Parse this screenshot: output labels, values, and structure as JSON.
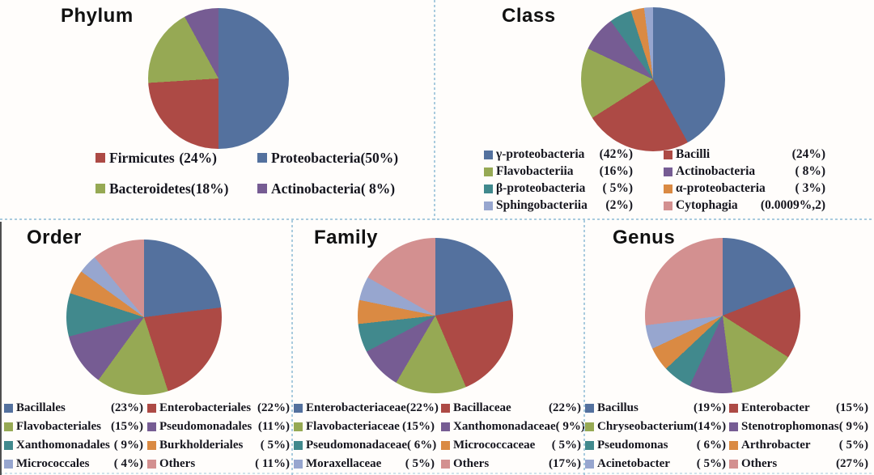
{
  "palette": {
    "blue": "#54719E",
    "red": "#AD4A45",
    "green": "#96A954",
    "purple": "#765C93",
    "teal": "#41898D",
    "orange": "#DA8A43",
    "lightblue": "#97A6CF",
    "pink": "#D39090"
  },
  "divider_color": "#A9CBDE",
  "chart_data": [
    {
      "type": "pie",
      "title": "Phylum",
      "labels": [
        "Proteobacteria",
        "Firmicutes",
        "Bacteroidetes",
        "Actinobacteria"
      ],
      "values": [
        50,
        24,
        18,
        8
      ],
      "colors": [
        "blue",
        "red",
        "green",
        "purple"
      ],
      "start_angle_deg": 0,
      "direction": "clockwise",
      "legend_position": "bottom",
      "legend": [
        {
          "label": "Firmicutes",
          "pct": "(24%)",
          "color": "red"
        },
        {
          "label": "Proteobacteria",
          "pct": "(50%)",
          "color": "blue"
        },
        {
          "label": "Bacteroidetes",
          "pct": "(18%)",
          "color": "green"
        },
        {
          "label": "Actinobacteria",
          "pct": "( 8%)",
          "color": "purple"
        }
      ]
    },
    {
      "type": "pie",
      "title": "Class",
      "labels": [
        "γ-proteobacteria",
        "Bacilli",
        "Flavobacteriia",
        "Actinobacteria",
        "β-proteobacteria",
        "α-proteobacteria",
        "Sphingobacteriia",
        "Cytophagia"
      ],
      "values": [
        42,
        24,
        16,
        8,
        5,
        3,
        2,
        0.0009
      ],
      "colors": [
        "blue",
        "red",
        "green",
        "purple",
        "teal",
        "orange",
        "lightblue",
        "pink"
      ],
      "start_angle_deg": 0,
      "direction": "clockwise",
      "legend_position": "bottom",
      "legend": [
        {
          "label": "γ-proteobacteria",
          "pct": "(42%)",
          "color": "blue"
        },
        {
          "label": "Bacilli",
          "pct": "(24%)",
          "color": "red"
        },
        {
          "label": "Flavobacteriia",
          "pct": "(16%)",
          "color": "green"
        },
        {
          "label": "Actinobacteria",
          "pct": "( 8%)",
          "color": "purple"
        },
        {
          "label": "β-proteobacteria",
          "pct": "( 5%)",
          "color": "teal"
        },
        {
          "label": "α-proteobacteria",
          "pct": "( 3%)",
          "color": "orange"
        },
        {
          "label": "Sphingobacteriia",
          "pct": "(2%)",
          "color": "lightblue"
        },
        {
          "label": "Cytophagia",
          "pct": "(0.0009%,2)",
          "color": "pink"
        }
      ]
    },
    {
      "type": "pie",
      "title": "Order",
      "labels": [
        "Bacillales",
        "Enterobacteriales",
        "Flavobacteriales",
        "Pseudomonadales",
        "Xanthomonadales",
        "Burkholderiales",
        "Micrococcales",
        "Others"
      ],
      "values": [
        23,
        22,
        15,
        11,
        9,
        5,
        4,
        11
      ],
      "colors": [
        "blue",
        "red",
        "green",
        "purple",
        "teal",
        "orange",
        "lightblue",
        "pink"
      ],
      "start_angle_deg": 0,
      "direction": "clockwise",
      "legend_position": "bottom",
      "legend": [
        {
          "label": "Bacillales",
          "pct": "(23%)",
          "color": "blue"
        },
        {
          "label": "Enterobacteriales",
          "pct": "(22%)",
          "color": "red"
        },
        {
          "label": "Flavobacteriales",
          "pct": "(15%)",
          "color": "green"
        },
        {
          "label": "Pseudomonadales",
          "pct": "(11%)",
          "color": "purple"
        },
        {
          "label": "Xanthomonadales",
          "pct": "( 9%)",
          "color": "teal"
        },
        {
          "label": "Burkholderiales",
          "pct": "( 5%)",
          "color": "orange"
        },
        {
          "label": "Micrococcales",
          "pct": "( 4%)",
          "color": "lightblue"
        },
        {
          "label": "Others",
          "pct": "( 11%)",
          "color": "pink"
        }
      ]
    },
    {
      "type": "pie",
      "title": "Family",
      "labels": [
        "Enterobacteriaceae",
        "Bacillaceae",
        "Flavobacteriaceae",
        "Xanthomonadaceae",
        "Pseudomonadaceae",
        "Micrococcaceae",
        "Moraxellaceae",
        "Others"
      ],
      "values": [
        22,
        22,
        15,
        9,
        6,
        5,
        5,
        17
      ],
      "colors": [
        "blue",
        "red",
        "green",
        "purple",
        "teal",
        "orange",
        "lightblue",
        "pink"
      ],
      "start_angle_deg": 0,
      "direction": "clockwise",
      "legend_position": "bottom",
      "legend": [
        {
          "label": "Enterobacteriaceae",
          "pct": "(22%)",
          "color": "blue"
        },
        {
          "label": "Bacillaceae",
          "pct": "(22%)",
          "color": "red"
        },
        {
          "label": "Flavobacteriaceae",
          "pct": "(15%)",
          "color": "green"
        },
        {
          "label": "Xanthomonadaceae",
          "pct": "( 9%)",
          "color": "purple"
        },
        {
          "label": "Pseudomonadaceae",
          "pct": "( 6%)",
          "color": "teal"
        },
        {
          "label": "Micrococcaceae",
          "pct": "( 5%)",
          "color": "orange"
        },
        {
          "label": "Moraxellaceae",
          "pct": "( 5%)",
          "color": "lightblue"
        },
        {
          "label": "Others",
          "pct": "(17%)",
          "color": "pink"
        }
      ]
    },
    {
      "type": "pie",
      "title": "Genus",
      "labels": [
        "Bacillus",
        "Enterobacter",
        "Chryseobacterium",
        "Stenotrophomonas",
        "Pseudomonas",
        "Arthrobacter",
        "Acinetobacter",
        "Others"
      ],
      "values": [
        19,
        15,
        14,
        9,
        6,
        5,
        5,
        27
      ],
      "colors": [
        "blue",
        "red",
        "green",
        "purple",
        "teal",
        "orange",
        "lightblue",
        "pink"
      ],
      "start_angle_deg": 0,
      "direction": "clockwise",
      "legend_position": "bottom",
      "legend": [
        {
          "label": "Bacillus",
          "pct": "(19%)",
          "color": "blue"
        },
        {
          "label": "Enterobacter",
          "pct": "(15%)",
          "color": "red"
        },
        {
          "label": "Chryseobacterium",
          "pct": "(14%)",
          "color": "green"
        },
        {
          "label": "Stenotrophomonas",
          "pct": "( 9%)",
          "color": "purple"
        },
        {
          "label": "Pseudomonas",
          "pct": "( 6%)",
          "color": "teal"
        },
        {
          "label": "Arthrobacter",
          "pct": "( 5%)",
          "color": "orange"
        },
        {
          "label": "Acinetobacter",
          "pct": "( 5%)",
          "color": "lightblue"
        },
        {
          "label": "Others",
          "pct": "(27%)",
          "color": "pink"
        }
      ]
    }
  ]
}
